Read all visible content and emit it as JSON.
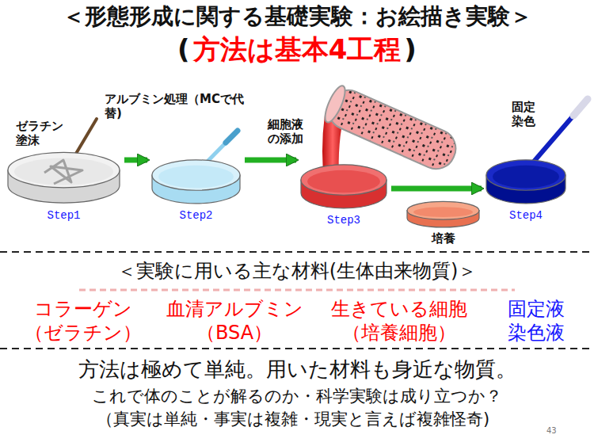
{
  "diagram": {
    "title": "＜形態形成に関する基礎実験：お絵描き実験＞",
    "nodes": [
      {
        "text": [
          "Step1"
        ]
      },
      {
        "text": [
          "Step2"
        ]
      },
      {
        "text": [
          "Step3"
        ]
      },
      {
        "text": [
          "培養"
        ]
      },
      {
        "text": [
          "Step4"
        ]
      }
    ],
    "edges": [
      {
        "from": 0,
        "to": 1,
        "arrow": "to"
      },
      {
        "from": 1,
        "to": 2,
        "arrow": "to"
      },
      {
        "from": 2,
        "to": 4,
        "arrow": "to"
      }
    ],
    "labels": [
      "(",
      "方法は基本4工程",
      ")",
      "ゼラチン 塗沫",
      "アルブミン処理（MCで代替)",
      "細胞液 の添加",
      "固定 染色",
      "＜実験に用いる主な材料(生体由来物質)＞",
      "コラーゲン",
      "（ゼラチン）",
      "血清アルブミン",
      "（BSA）",
      "生きている細胞",
      "（培養細胞）",
      "固定液",
      "染色液",
      "方法は極めて単純。用いた材料も身近な物質。",
      "これで体のことが解るのか・科学実験は成り立つか？",
      "（真実は単純・事実は複雑・現実と言えば複雑怪奇)",
      "43"
    ]
  }
}
